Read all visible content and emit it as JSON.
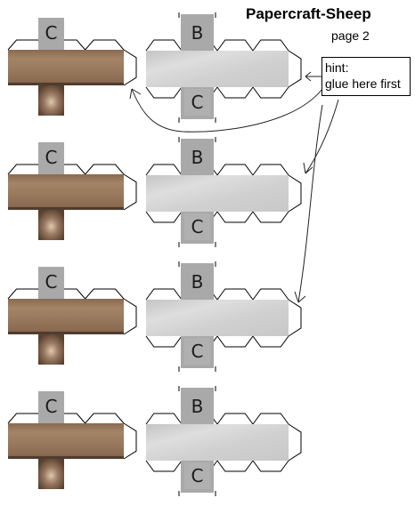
{
  "title": "Papercraft-Sheep",
  "page": "page 2",
  "hint": {
    "line1": "hint:",
    "line2": "glue here first"
  },
  "letters": {
    "brown_tab": "C",
    "gray_top": "B",
    "gray_bottom": "C"
  },
  "legs": 4,
  "colors": {
    "tab_gray": "#a9a9a9",
    "brown_main": "#9a7a5e",
    "brown_dark": "#4f3c2e",
    "wool": "#d3d3d3",
    "wool_light": "#e6e6e6",
    "hoof_brown": "#5e4534",
    "line": "#000000"
  }
}
